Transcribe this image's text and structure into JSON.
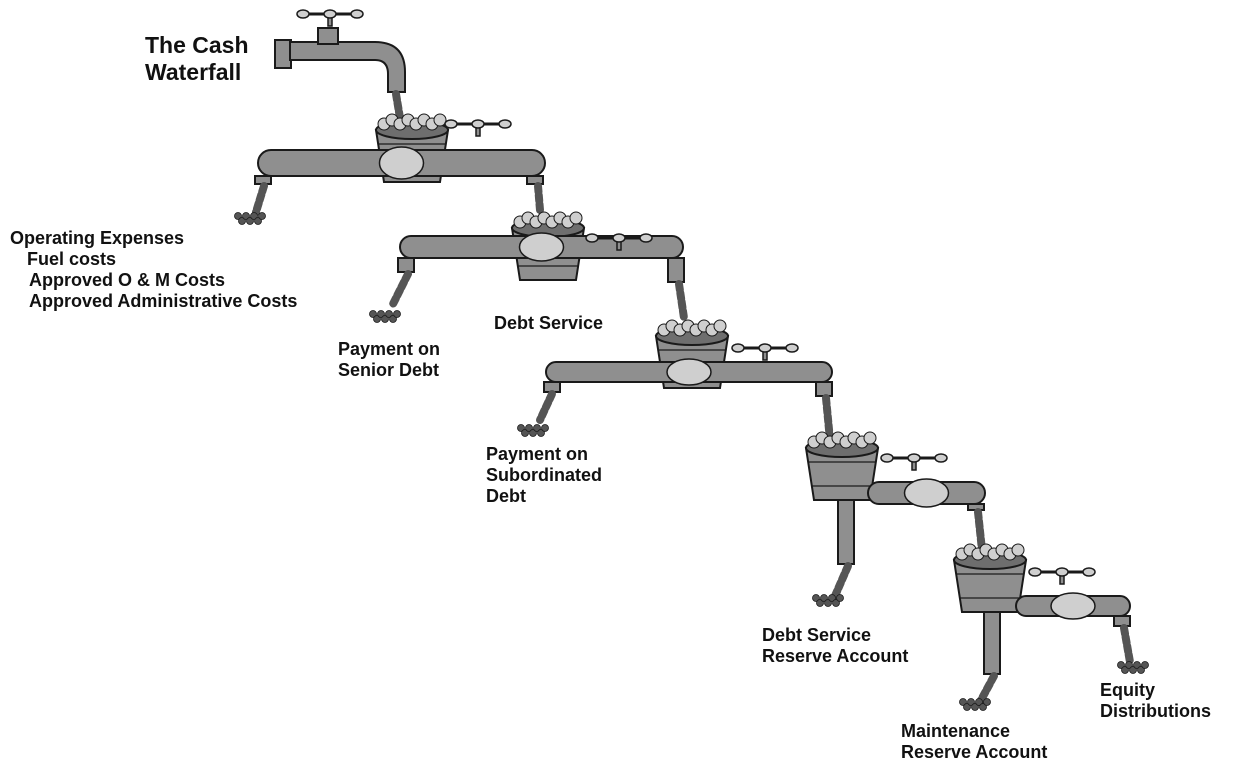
{
  "diagram": {
    "title_lines": [
      "The Cash",
      "Waterfall"
    ],
    "operating": {
      "heading": "Operating Expenses",
      "items": [
        "Fuel costs",
        "Approved O & M Costs",
        "Approved Administrative Costs"
      ]
    },
    "debt_service": "Debt Service",
    "senior_debt_lines": [
      "Payment on",
      "Senior Debt"
    ],
    "subordinated_lines": [
      "Payment on",
      "Subordinated",
      "Debt"
    ],
    "dsra_lines": [
      "Debt Service",
      "Reserve Account"
    ],
    "mra_lines": [
      "Maintenance",
      "Reserve Account"
    ],
    "equity_lines": [
      "Equity",
      "Distributions"
    ]
  },
  "colors": {
    "metal": "#8f8f8f",
    "metal_light": "#cfcfcf",
    "outline": "#1a1a1a",
    "water": "#555555",
    "ink": "#111111"
  }
}
